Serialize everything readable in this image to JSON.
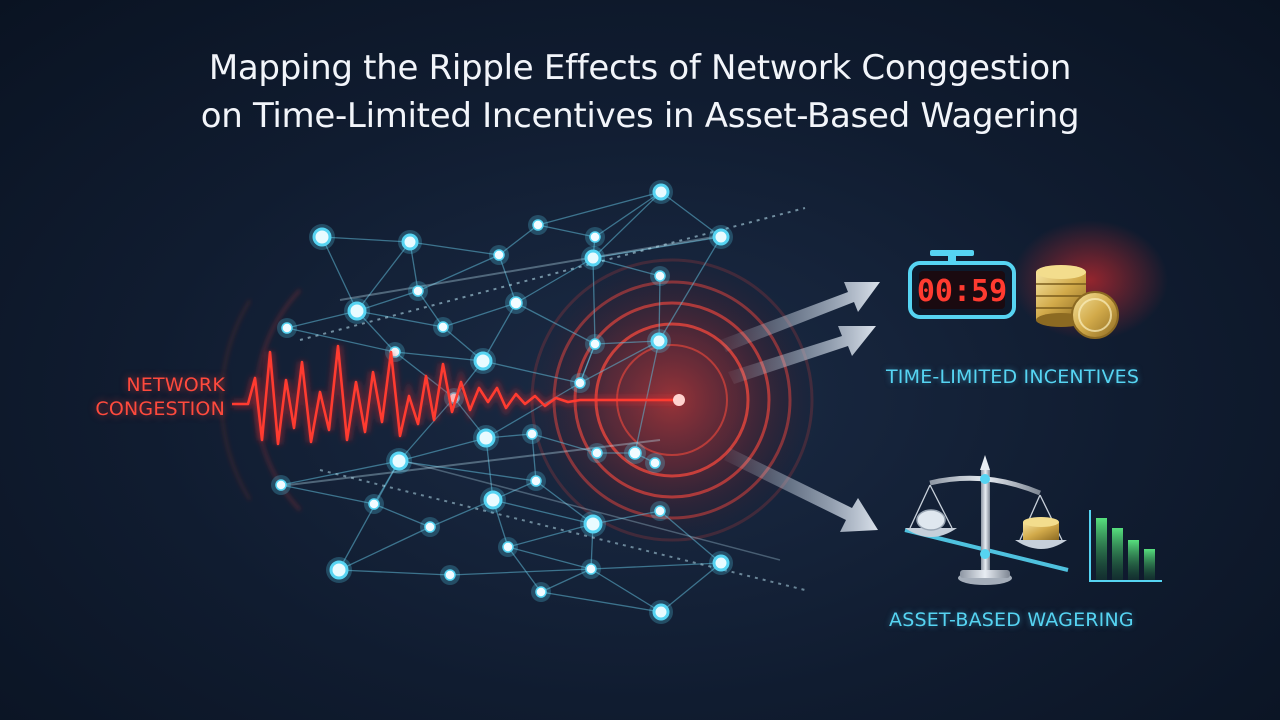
{
  "title": {
    "line1": "Mapping the Ripple Effects of Network Conggestion",
    "line2": "on Time-Limited Incentives in Asset-Based Wagering"
  },
  "labels": {
    "congestion_line1": "NETWORK",
    "congestion_line2": "CONGESTION",
    "incentives": "TIME-LIMITED INCENTIVES",
    "wagering": "ASSET-BASED WAGERING"
  },
  "timer": {
    "display": "00:59"
  },
  "colors": {
    "background": "#101c30",
    "congestion_red": "#ff3b30",
    "network_cyan": "#56d4f2",
    "title_white": "#f2f5fa",
    "bar_green": "#3fc46a"
  },
  "icons": [
    "stopwatch-icon",
    "coin-stack-icon",
    "balance-scale-icon",
    "bar-chart-icon"
  ]
}
